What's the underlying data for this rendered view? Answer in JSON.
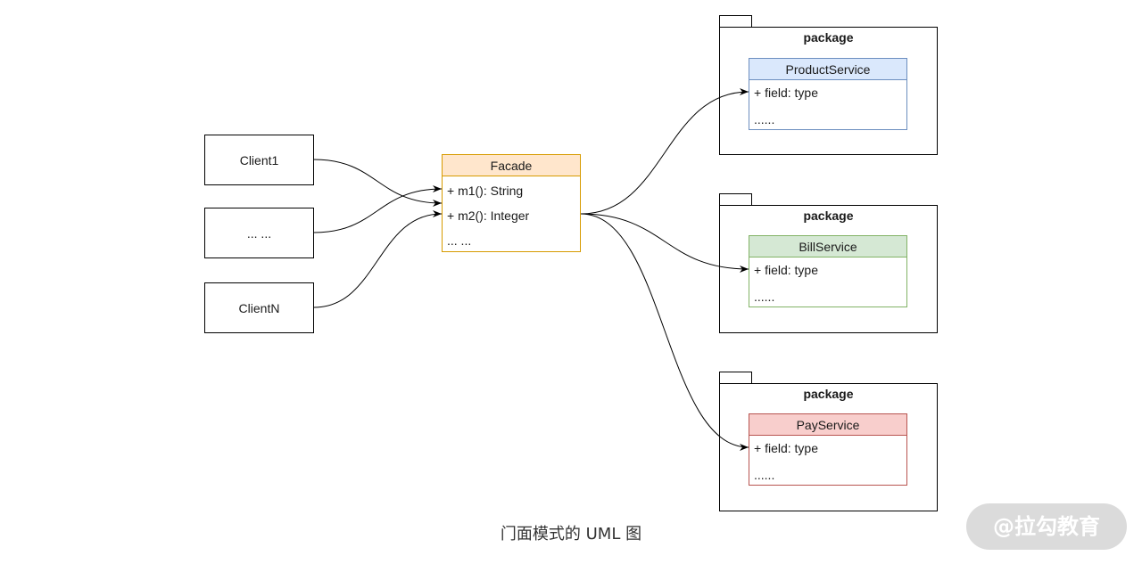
{
  "clients": [
    {
      "label": "Client1"
    },
    {
      "label": "... ..."
    },
    {
      "label": "ClientN"
    }
  ],
  "facade": {
    "name": "Facade",
    "members": [
      "+ m1(): String",
      "+ m2(): Integer",
      "... ..."
    ],
    "fill_color": "#ffe6cc",
    "stroke_color": "#d79b00"
  },
  "packages": [
    {
      "label": "package",
      "service": {
        "name": "ProductService",
        "members": [
          "+ field: type",
          "......"
        ],
        "fill_color": "#dae8fc",
        "stroke_color": "#6c8ebf"
      }
    },
    {
      "label": "package",
      "service": {
        "name": "BillService",
        "members": [
          "+ field: type",
          "......"
        ],
        "fill_color": "#d5e8d4",
        "stroke_color": "#82b366"
      }
    },
    {
      "label": "package",
      "service": {
        "name": "PayService",
        "members": [
          "+ field: type",
          "......"
        ],
        "fill_color": "#f8cecc",
        "stroke_color": "#b85450"
      }
    }
  ],
  "caption": "门面模式的 UML 图",
  "watermark": "@拉勾教育",
  "edge_color": "#000000"
}
